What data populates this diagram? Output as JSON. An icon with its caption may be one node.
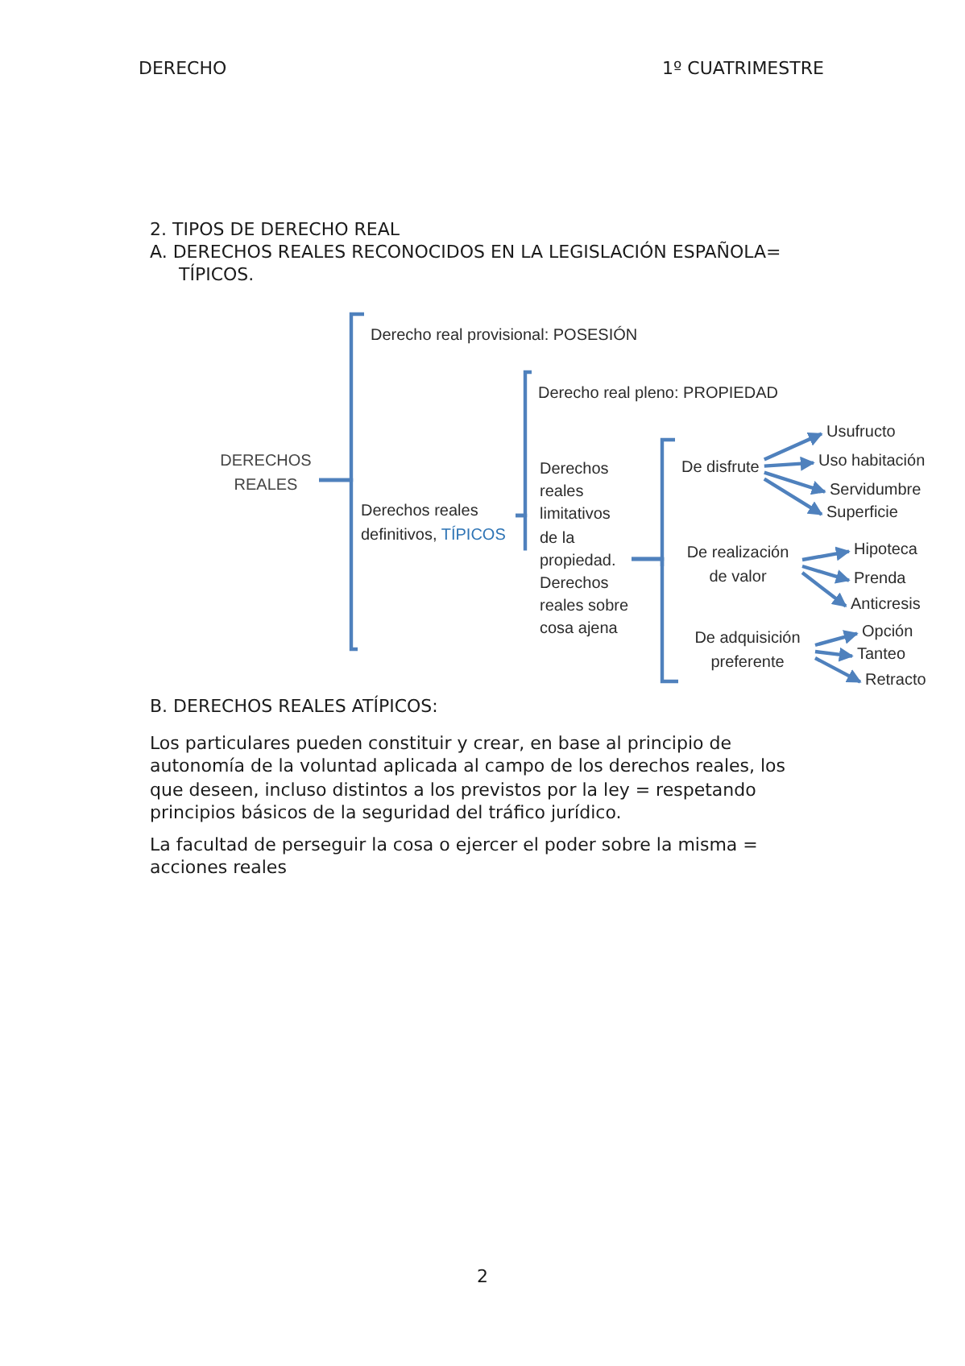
{
  "diagram": {
    "nodes": [
      {
        "text": [
          "DERECHOS REALES"
        ]
      },
      {
        "text": [
          "Derecho real provisional: POSESIÓN"
        ]
      },
      {
        "text": [
          "Derechos reales definitivos,",
          "TÍPICOS"
        ]
      },
      {
        "text": [
          "Derecho real pleno: PROPIEDAD"
        ]
      },
      {
        "text": [
          "Derechos reales limitativos de la propiedad. Derechos reales sobre cosa ajena"
        ]
      },
      {
        "text": [
          "De disfrute"
        ]
      },
      {
        "text": [
          "Usufructo"
        ]
      },
      {
        "text": [
          "Uso habitación"
        ]
      },
      {
        "text": [
          "Servidumbre"
        ]
      },
      {
        "text": [
          "Superficie"
        ]
      },
      {
        "text": [
          "De realización de valor"
        ]
      },
      {
        "text": [
          "Hipoteca"
        ]
      },
      {
        "text": [
          "Prenda"
        ]
      },
      {
        "text": [
          "Anticresis"
        ]
      },
      {
        "text": [
          "De adquisición preferente"
        ]
      },
      {
        "text": [
          "Opción"
        ]
      },
      {
        "text": [
          "Tanteo"
        ]
      },
      {
        "text": [
          "Retracto"
        ]
      }
    ],
    "edges": [
      {
        "from": 0,
        "to": 1,
        "arrow": "none"
      },
      {
        "from": 0,
        "to": 2,
        "arrow": "none"
      },
      {
        "from": 2,
        "to": 3,
        "arrow": "none"
      },
      {
        "from": 2,
        "to": 4,
        "arrow": "none"
      },
      {
        "from": 4,
        "to": 5,
        "arrow": "none"
      },
      {
        "from": 4,
        "to": 10,
        "arrow": "none"
      },
      {
        "from": 4,
        "to": 14,
        "arrow": "none"
      },
      {
        "from": 5,
        "to": 6,
        "arrow": "to"
      },
      {
        "from": 5,
        "to": 7,
        "arrow": "to"
      },
      {
        "from": 5,
        "to": 8,
        "arrow": "to"
      },
      {
        "from": 5,
        "to": 9,
        "arrow": "to"
      },
      {
        "from": 10,
        "to": 11,
        "arrow": "to"
      },
      {
        "from": 10,
        "to": 12,
        "arrow": "to"
      },
      {
        "from": 10,
        "to": 13,
        "arrow": "to"
      },
      {
        "from": 14,
        "to": 15,
        "arrow": "to"
      },
      {
        "from": 14,
        "to": 16,
        "arrow": "to"
      },
      {
        "from": 14,
        "to": 17,
        "arrow": "to"
      }
    ],
    "labels": [
      "DERECHO",
      "1º CUATRIMESTRE",
      "2. TIPOS DE DERECHO REAL",
      "A. DERECHOS REALES RECONOCIDOS EN LA LEGISLACIÓN ESPAÑOLA= TÍPICOS.",
      "B. DERECHOS REALES ATÍPICOS:",
      "Los particulares pueden constituir y crear, en base al principio de autonomía de la voluntad aplicada al campo de los derechos reales, los que deseen, incluso distintos a los previstos por la ley = respetando principios básicos de la seguridad del tráfico jurídico.",
      "La facultad de perseguir la cosa o ejercer el poder sobre la misma = acciones reales",
      "2"
    ]
  }
}
